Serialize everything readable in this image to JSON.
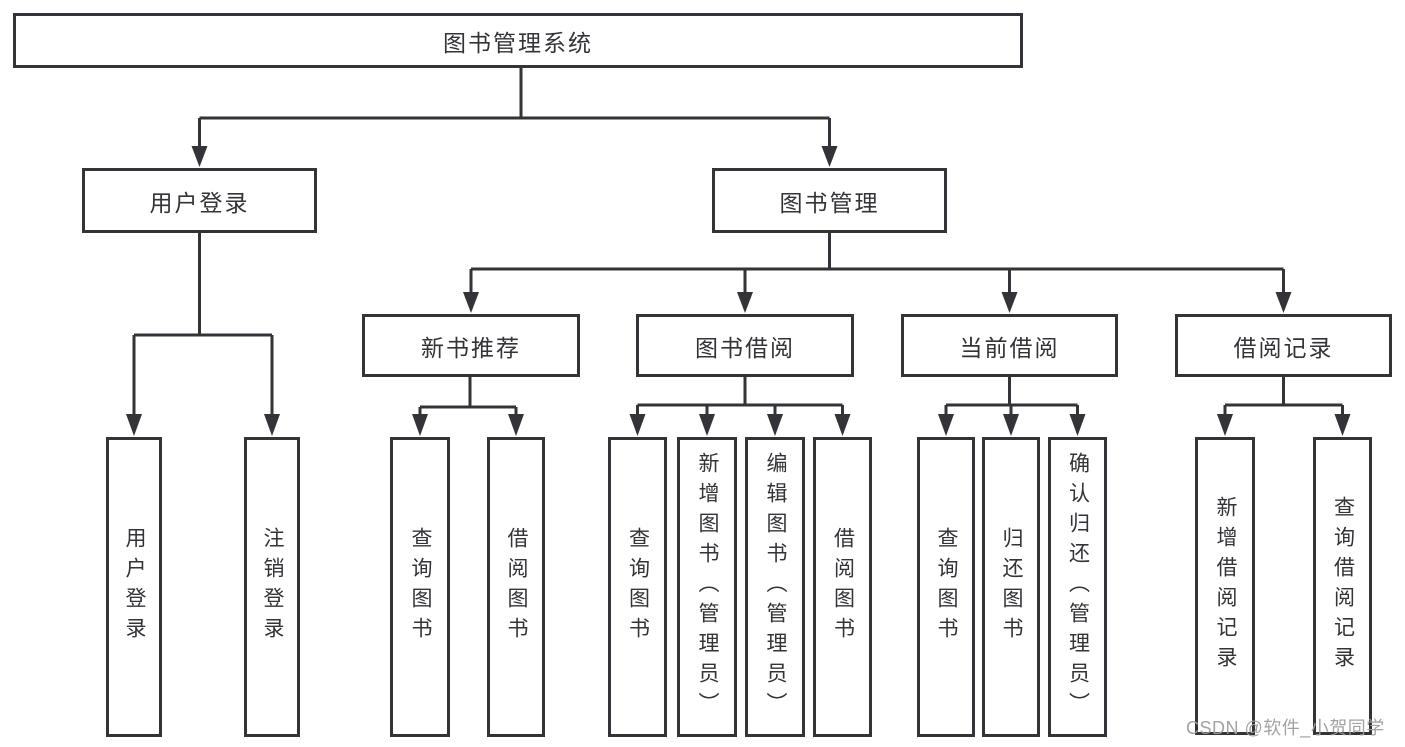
{
  "diagram": {
    "root": {
      "label": "图书管理系统"
    },
    "level2": {
      "user_login": {
        "label": "用户登录"
      },
      "book_mgmt": {
        "label": "图书管理"
      }
    },
    "level3": {
      "new_books": {
        "label": "新书推荐"
      },
      "book_borrow": {
        "label": "图书借阅"
      },
      "current_borrow": {
        "label": "当前借阅"
      },
      "borrow_records": {
        "label": "借阅记录"
      }
    },
    "children": {
      "user_login": [
        "用户登录",
        "注销登录"
      ],
      "new_books": [
        "查询图书",
        "借阅图书"
      ],
      "book_borrow": [
        "查询图书",
        "新增图书（管理员）",
        "编辑图书（管理员）",
        "借阅图书"
      ],
      "current_borrow": [
        "查询图书",
        "归还图书",
        "确认归还（管理员）"
      ],
      "borrow_records": [
        "新增借阅记录",
        "查询借阅记录"
      ]
    }
  },
  "watermark": {
    "text": "CSDN @软件_小贺同学"
  },
  "colors": {
    "line": "#333338",
    "text": "#333338",
    "box_background": "#ffffff",
    "watermark": "#9e9e9e",
    "background": "#ffffff"
  }
}
